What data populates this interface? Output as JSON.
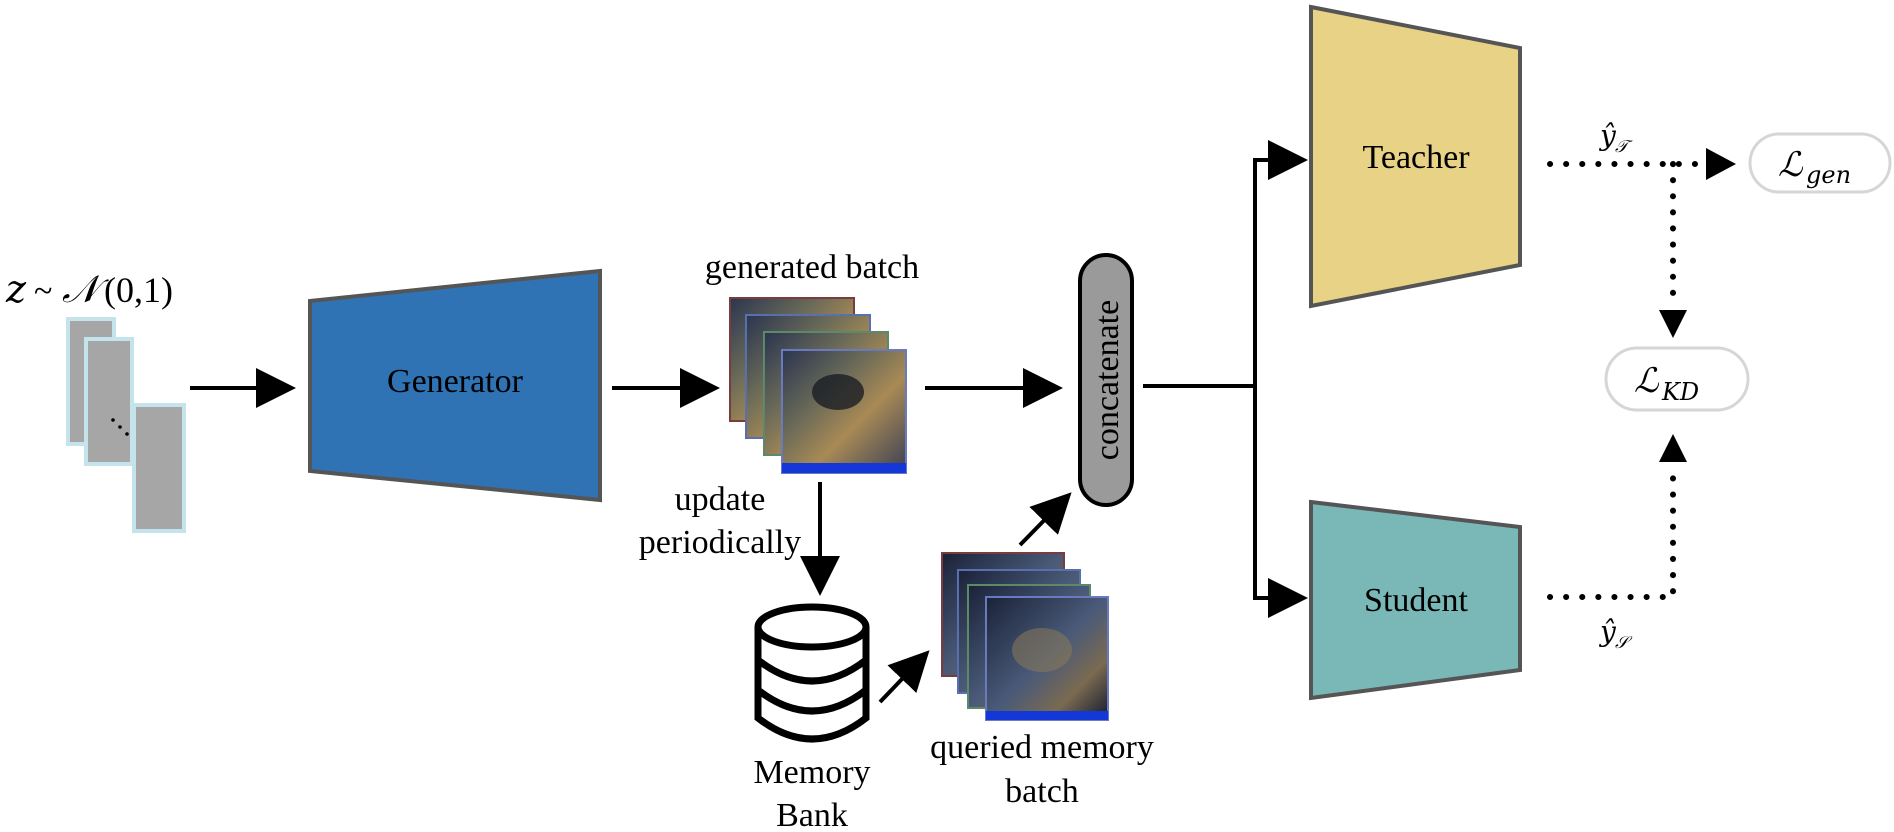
{
  "noise": {
    "label_z": "z",
    "label_sim": "~",
    "label_dist": "𝒩",
    "label_params": "(0,1)"
  },
  "generator": {
    "label": "Generator"
  },
  "generated_batch": {
    "label": "generated batch"
  },
  "update": {
    "line1": "update",
    "line2": "periodically"
  },
  "memory_bank": {
    "line1": "Memory",
    "line2": "Bank"
  },
  "queried": {
    "line1": "queried memory",
    "line2": "batch"
  },
  "concat": {
    "label": "concatenate"
  },
  "teacher": {
    "label": "Teacher"
  },
  "student": {
    "label": "Student"
  },
  "outputs": {
    "y_teacher_base": "ŷ",
    "y_teacher_sub": "𝒯",
    "y_student_base": "ŷ",
    "y_student_sub": "𝒮"
  },
  "losses": {
    "gen_base": "ℒ",
    "gen_sub": "gen",
    "kd_base": "ℒ",
    "kd_sub": "KD"
  },
  "colors": {
    "generator": "#2f73b5",
    "teacher": "#e8d285",
    "student": "#7ab8b8",
    "concat": "#9a9a9a",
    "noise_card": "#a6a6a6",
    "noise_border": "#c5e3ea"
  }
}
